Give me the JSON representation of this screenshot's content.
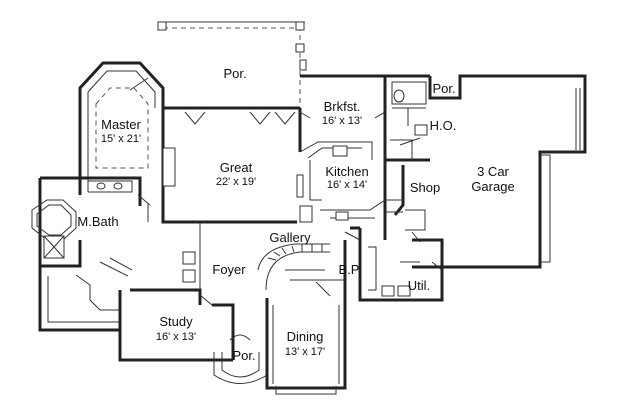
{
  "rooms": {
    "porch_top": {
      "name": "Por."
    },
    "porch_small": {
      "name": "Por."
    },
    "porch_front": {
      "name": "Por."
    },
    "master": {
      "name": "Master",
      "dims": "15' x 21'"
    },
    "breakfast": {
      "name": "Brkfst.",
      "dims": "16' x 13'"
    },
    "home_office": {
      "name": "H.O."
    },
    "great": {
      "name": "Great",
      "dims": "22' x 19'"
    },
    "kitchen": {
      "name": "Kitchen",
      "dims": "16' x 14'"
    },
    "shop": {
      "name": "Shop"
    },
    "garage": {
      "name": "3 Car Garage",
      "line1": "3 Car",
      "line2": "Garage"
    },
    "master_bath": {
      "name": "M.Bath"
    },
    "gallery": {
      "name": "Gallery"
    },
    "foyer": {
      "name": "Foyer"
    },
    "butler_pantry": {
      "name": "B.P"
    },
    "utility": {
      "name": "Util."
    },
    "study": {
      "name": "Study",
      "dims": "16' x 13'"
    },
    "dining": {
      "name": "Dining",
      "dims": "13' x 17'"
    }
  }
}
